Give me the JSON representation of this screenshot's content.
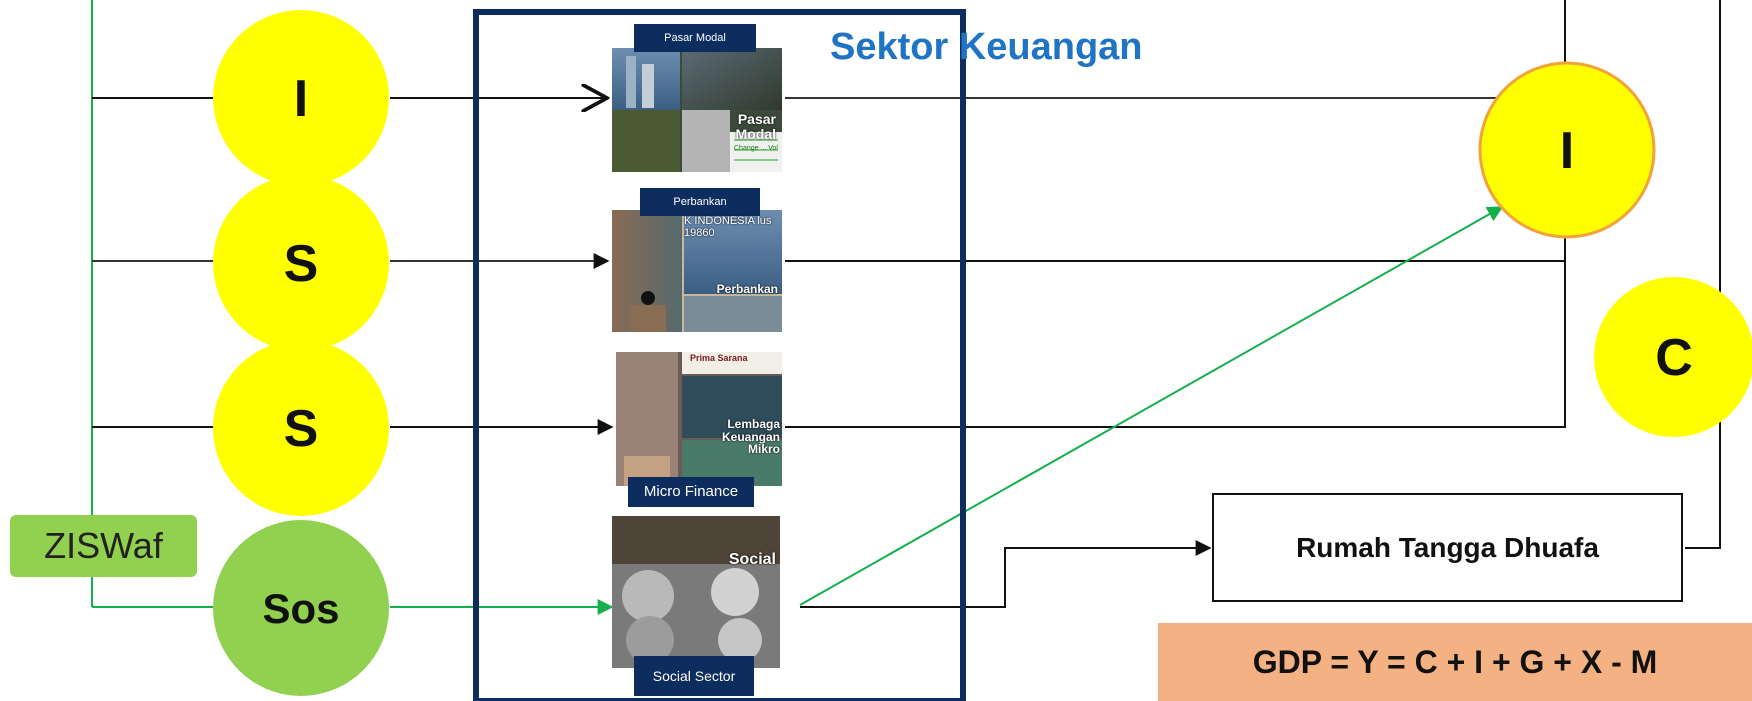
{
  "title": "Sektor Keuangan",
  "flow_circles": [
    {
      "label": "I",
      "color": "#ffff00"
    },
    {
      "label": "S",
      "color": "#ffff00"
    },
    {
      "label": "S",
      "color": "#ffff00"
    },
    {
      "label": "Sos",
      "color": "#92d050"
    }
  ],
  "right_circles": [
    {
      "label": "I",
      "color": "#ffff00",
      "stroke": "#f2a23a"
    },
    {
      "label": "C",
      "color": "#ffff00"
    }
  ],
  "ziswaf_label": "ZISWaf",
  "panels": [
    {
      "tag": "Pasar Modal",
      "caption": "Pasar Modal",
      "note": "Change ... Vol"
    },
    {
      "tag": "Perbankan",
      "caption": "Perbankan",
      "sign": "K INDONESIA lus 19860"
    },
    {
      "tag": "Micro Finance",
      "caption": "Lembaga Keuangan Mikro",
      "sign": "Prima Sarana"
    },
    {
      "tag": "Social Sector",
      "caption": "Social"
    }
  ],
  "household_box": "Rumah Tangga Dhuafa",
  "gdp_formula": "GDP = Y = C + I + G + X - M",
  "colors": {
    "frame": "#0c2d5e",
    "title": "#1f74c4",
    "green_line": "#13b04b",
    "dark_line": "#111111",
    "yellow": "#ffff00",
    "green": "#92d050",
    "gdp_bg": "#f4b183"
  }
}
